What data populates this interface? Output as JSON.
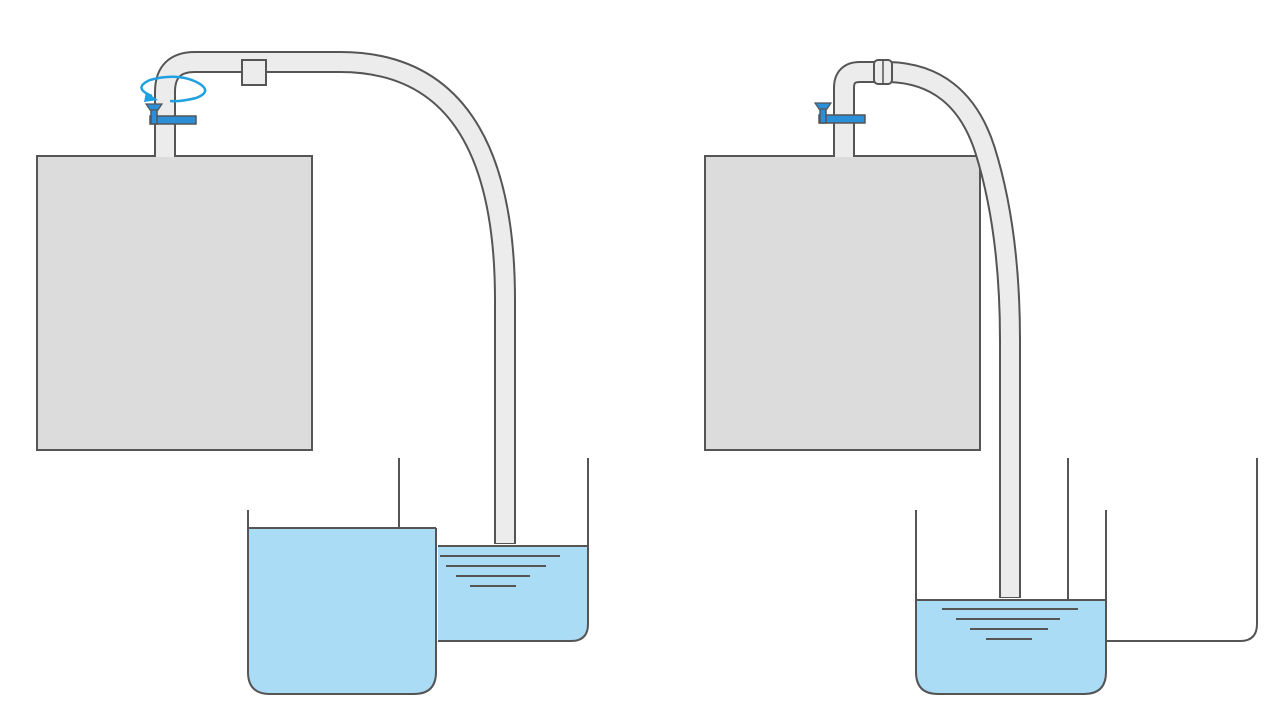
{
  "colors": {
    "outline": "#555555",
    "box_fill": "#dcdcdc",
    "pipe_fill": "#ececec",
    "water": "#aadcf5",
    "valve": "#2a8fd8",
    "arrow": "#1fa0e0",
    "background": "#ffffff"
  },
  "panels": [
    {
      "id": "left",
      "description_icons": [
        "valve-icon",
        "rotate-arrow-icon"
      ],
      "valve_state": "turning"
    },
    {
      "id": "right",
      "description_icons": [
        "valve-icon"
      ],
      "valve_state": "static"
    }
  ]
}
